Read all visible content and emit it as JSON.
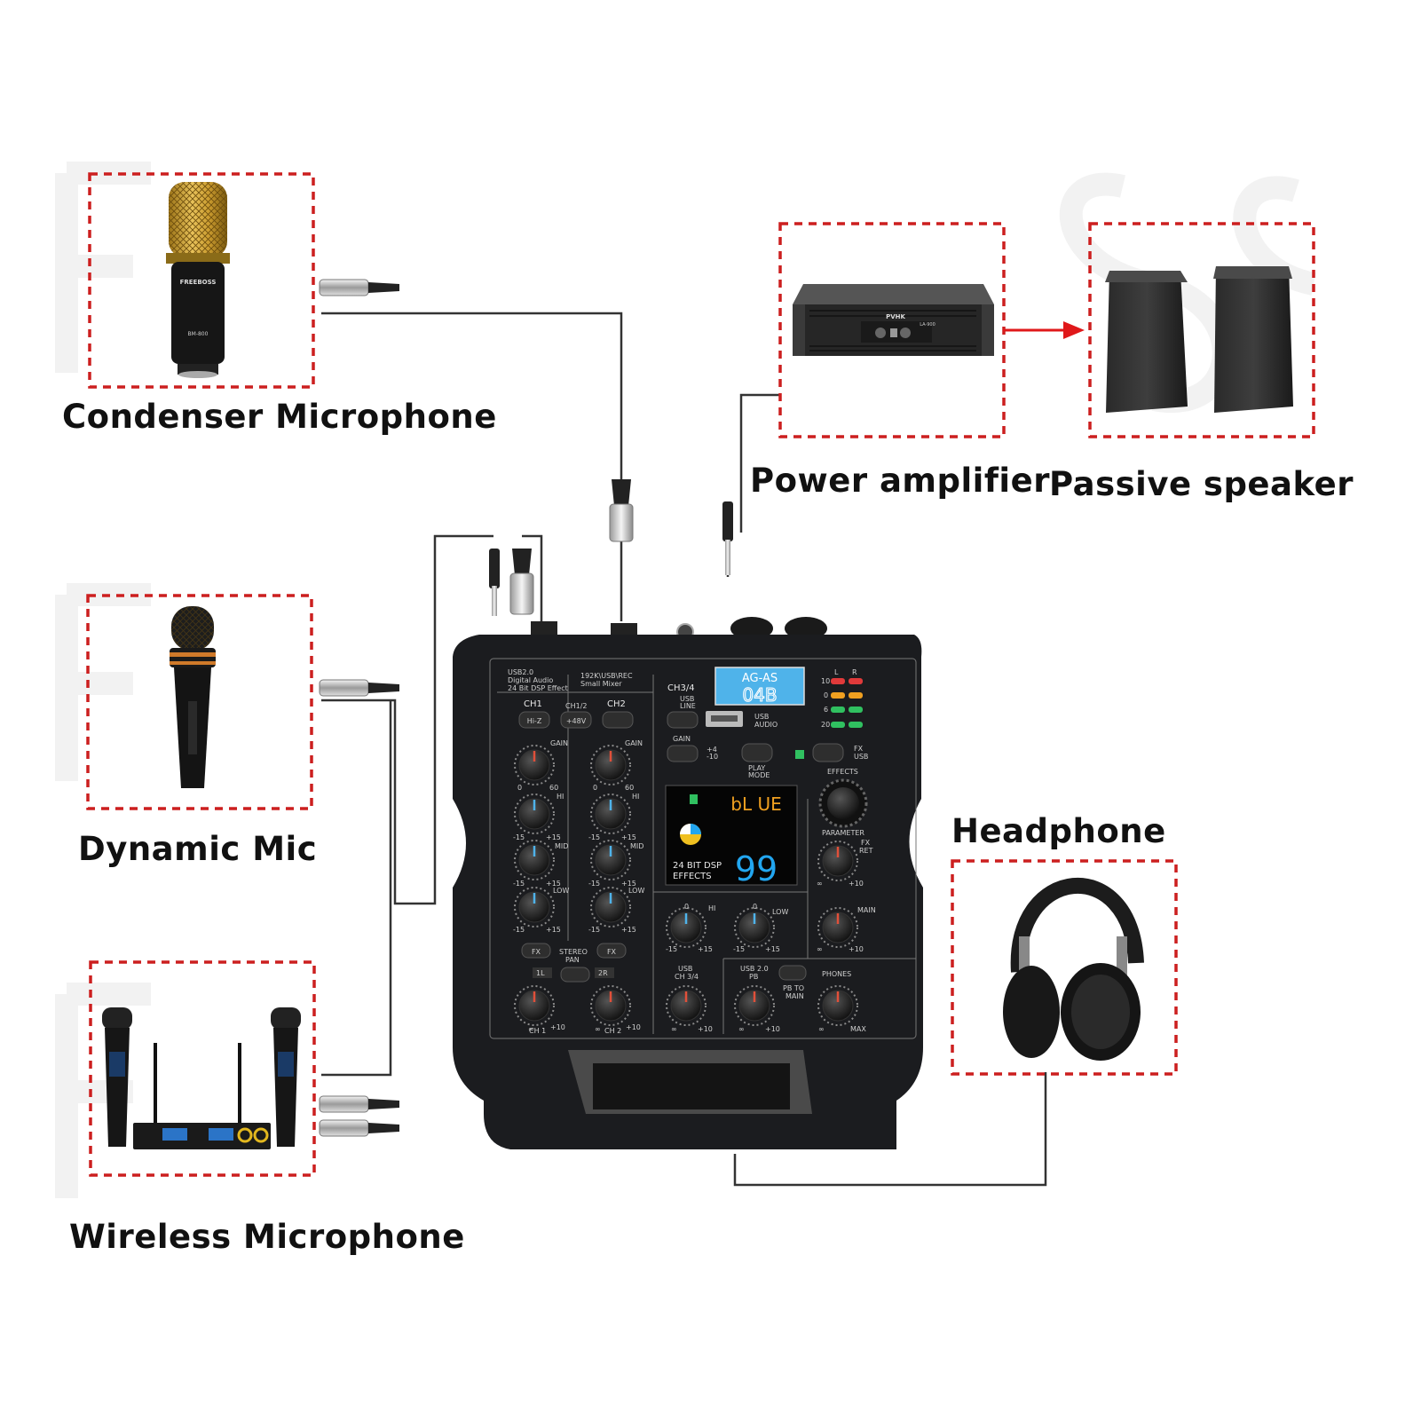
{
  "labels": {
    "condenser": "Condenser Microphone",
    "dynamic": "Dynamic Mic",
    "wireless": "Wireless Microphone",
    "amplifier": "Power amplifier",
    "speaker": "Passive speaker",
    "headphone": "Headphone"
  },
  "product_print": {
    "mic_brand": "FREEBOSS",
    "mic_model": "BM-800",
    "amp_brand": "PVHK",
    "amp_model": "LA-900"
  },
  "mixer": {
    "model_line1": "AG-AS",
    "model_line2": "04B",
    "info_left": [
      "USB2.0",
      "Digital Audio",
      "24 Bit DSP Effect"
    ],
    "info_right": [
      "192K\\USB\\REC",
      "Small Mixer"
    ],
    "ch1": "CH1",
    "ch2": "CH2",
    "ch12": "CH1/2",
    "ch34": "CH3/4",
    "hiz": "Hi-Z",
    "phantom": "+48V",
    "usb_line": [
      "USB",
      "LINE"
    ],
    "usb_audio": [
      "USB",
      "AUDIO"
    ],
    "gain": "GAIN",
    "plus4": [
      "+4",
      "-10"
    ],
    "play_mode": [
      "PLAY",
      "MODE"
    ],
    "fx_usb": [
      "FX",
      "USB"
    ],
    "effects": "EFFECTS",
    "parameter": "PARAMETER",
    "display_text": "bL UE",
    "display_number": "99",
    "dsp_label": [
      "24 BIT DSP",
      "EFFECTS"
    ],
    "hi": "HI",
    "mid": "MID",
    "low": "LOW",
    "fx": "FX",
    "stereo_pan": [
      "STEREO",
      "PAN"
    ],
    "pan_l": "1L",
    "pan_r": "2R",
    "fx_ret": [
      "FX",
      "RET"
    ],
    "main": "MAIN",
    "usb_ch34": [
      "USB",
      "CH 3/4"
    ],
    "usb20_pb": [
      "USB 2.0",
      "PB"
    ],
    "pb_to_main": [
      "PB TO",
      "MAIN"
    ],
    "phones": "PHONES",
    "max": "MAX",
    "ch1_bottom": "CH 1",
    "ch2_bottom": "CH 2",
    "scale_gain": [
      "0",
      "60"
    ],
    "scale_eq": [
      "-15",
      "+15"
    ],
    "scale_fader": [
      "∞",
      "+10"
    ],
    "scale_zero": "0",
    "meter_l": "L",
    "meter_r": "R",
    "meter_levels": [
      "10",
      "0",
      "6",
      "20"
    ]
  },
  "colors": {
    "dashed_border": "#cc1f1f",
    "arrow": "#e0181a",
    "cable": "#333333",
    "mixer_body": "#1b1c1f",
    "display_cyan": "#22a6f0",
    "display_amber": "#f0a020",
    "model_badge": "#4fb3ea"
  }
}
